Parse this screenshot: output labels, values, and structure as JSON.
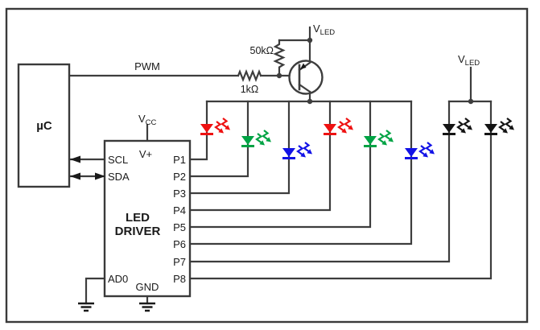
{
  "title": "LED driver circuit schematic",
  "labels": {
    "mcu": "µC",
    "pwm": "PWM",
    "r_base": "1kΩ",
    "r_pullup": "50kΩ",
    "vled_top": {
      "base": "V",
      "sub": "LED"
    },
    "vled_right": {
      "base": "V",
      "sub": "LED"
    },
    "vcc": {
      "base": "V",
      "sub": "CC"
    }
  },
  "driver": {
    "v_plus": "V+",
    "scl": "SCL",
    "sda": "SDA",
    "ad0": "AD0",
    "gnd": "GND",
    "title_line1": "LED",
    "title_line2": "DRIVER",
    "right_pins": [
      "P1",
      "P2",
      "P3",
      "P4",
      "P5",
      "P6",
      "P7",
      "P8"
    ]
  },
  "leds": [
    {
      "id": "led-1",
      "color_name": "red",
      "hex": "#ee1111",
      "pin": "P1"
    },
    {
      "id": "led-2",
      "color_name": "green",
      "hex": "#00a344",
      "pin": "P2"
    },
    {
      "id": "led-3",
      "color_name": "blue",
      "hex": "#1212e6",
      "pin": "P3"
    },
    {
      "id": "led-4",
      "color_name": "red",
      "hex": "#ee1111",
      "pin": "P4"
    },
    {
      "id": "led-5",
      "color_name": "green",
      "hex": "#00a344",
      "pin": "P5"
    },
    {
      "id": "led-6",
      "color_name": "blue",
      "hex": "#1212e6",
      "pin": "P6"
    },
    {
      "id": "led-7",
      "color_name": "black",
      "hex": "#141414",
      "pin": "P7"
    },
    {
      "id": "led-8",
      "color_name": "black",
      "hex": "#141414",
      "pin": "P8"
    }
  ],
  "colors": {
    "wire": "#3d3d3d",
    "background": "#ffffff"
  }
}
